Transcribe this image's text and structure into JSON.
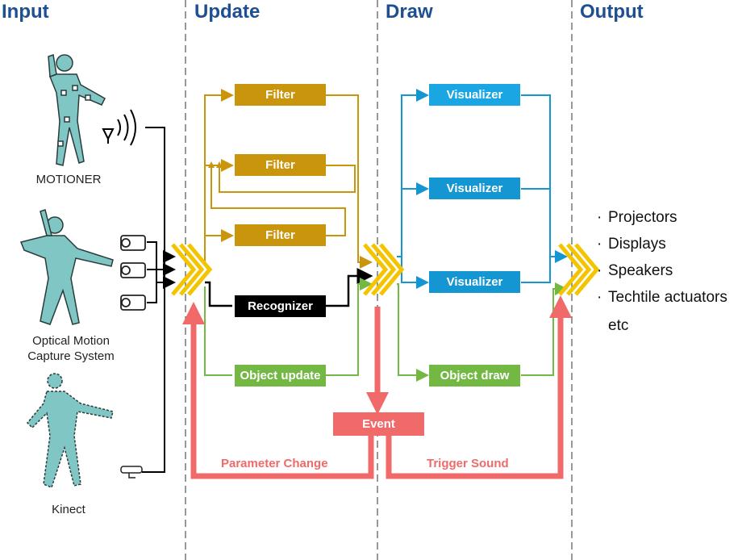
{
  "colors": {
    "header": "#1e4f91",
    "filter": "#c9950c",
    "visualizer": "#1496d2",
    "visualizer_top": "#1aa6e2",
    "recognizer": "#000000",
    "object": "#72b843",
    "event": "#f06a6a",
    "chevron": "#f5c400",
    "figure": "#7fc6c4"
  },
  "columns": {
    "input": "Input",
    "update": "Update",
    "draw": "Draw",
    "output": "Output"
  },
  "sources": {
    "motioner": "MOTIONER",
    "optical_line1": "Optical Motion",
    "optical_line2": "Capture System",
    "kinect": "Kinect"
  },
  "update": {
    "filters": [
      "Filter",
      "Filter",
      "Filter"
    ],
    "recognizer": "Recognizer",
    "object_update": "Object update"
  },
  "draw": {
    "visualizers": [
      "Visualizer",
      "Visualizer",
      "Visualizer"
    ],
    "object_draw": "Object draw"
  },
  "event": {
    "label": "Event",
    "parameter_change": "Parameter Change",
    "trigger_sound": "Trigger Sound"
  },
  "output": {
    "items": [
      "Projectors",
      "Displays",
      "Speakers",
      "Techtile actuators"
    ],
    "etc": "etc"
  }
}
